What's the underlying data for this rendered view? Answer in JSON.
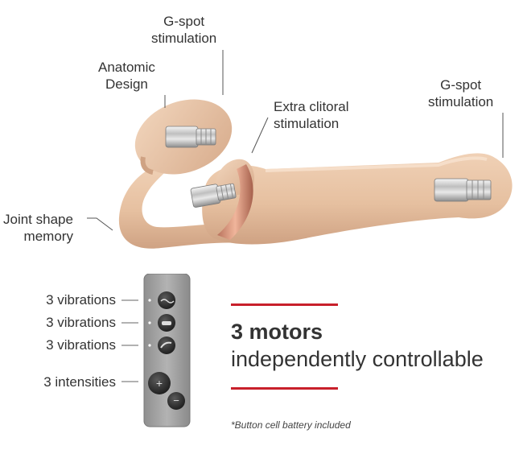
{
  "callouts": {
    "gspot_top": [
      "G-spot",
      "stimulation"
    ],
    "anatomic": [
      "Anatomic",
      "Design"
    ],
    "clitoral": [
      "Extra clitoral",
      "stimulation"
    ],
    "gspot_right": [
      "G-spot",
      "stimulation"
    ],
    "joint": [
      "Joint shape",
      "memory"
    ]
  },
  "remote": {
    "buttons": [
      {
        "label": "3 vibrations"
      },
      {
        "label": "3 vibrations"
      },
      {
        "label": "3 vibrations"
      },
      {
        "label": "3 intensities"
      }
    ],
    "plus": "+",
    "minus": "−"
  },
  "feature": {
    "headline": "3 motors",
    "subline": "independently controllable"
  },
  "footnote": "*Button cell battery included",
  "colors": {
    "body": "#e8c3a3",
    "accent": "#c8202b",
    "remote": "#9a9a9a"
  }
}
